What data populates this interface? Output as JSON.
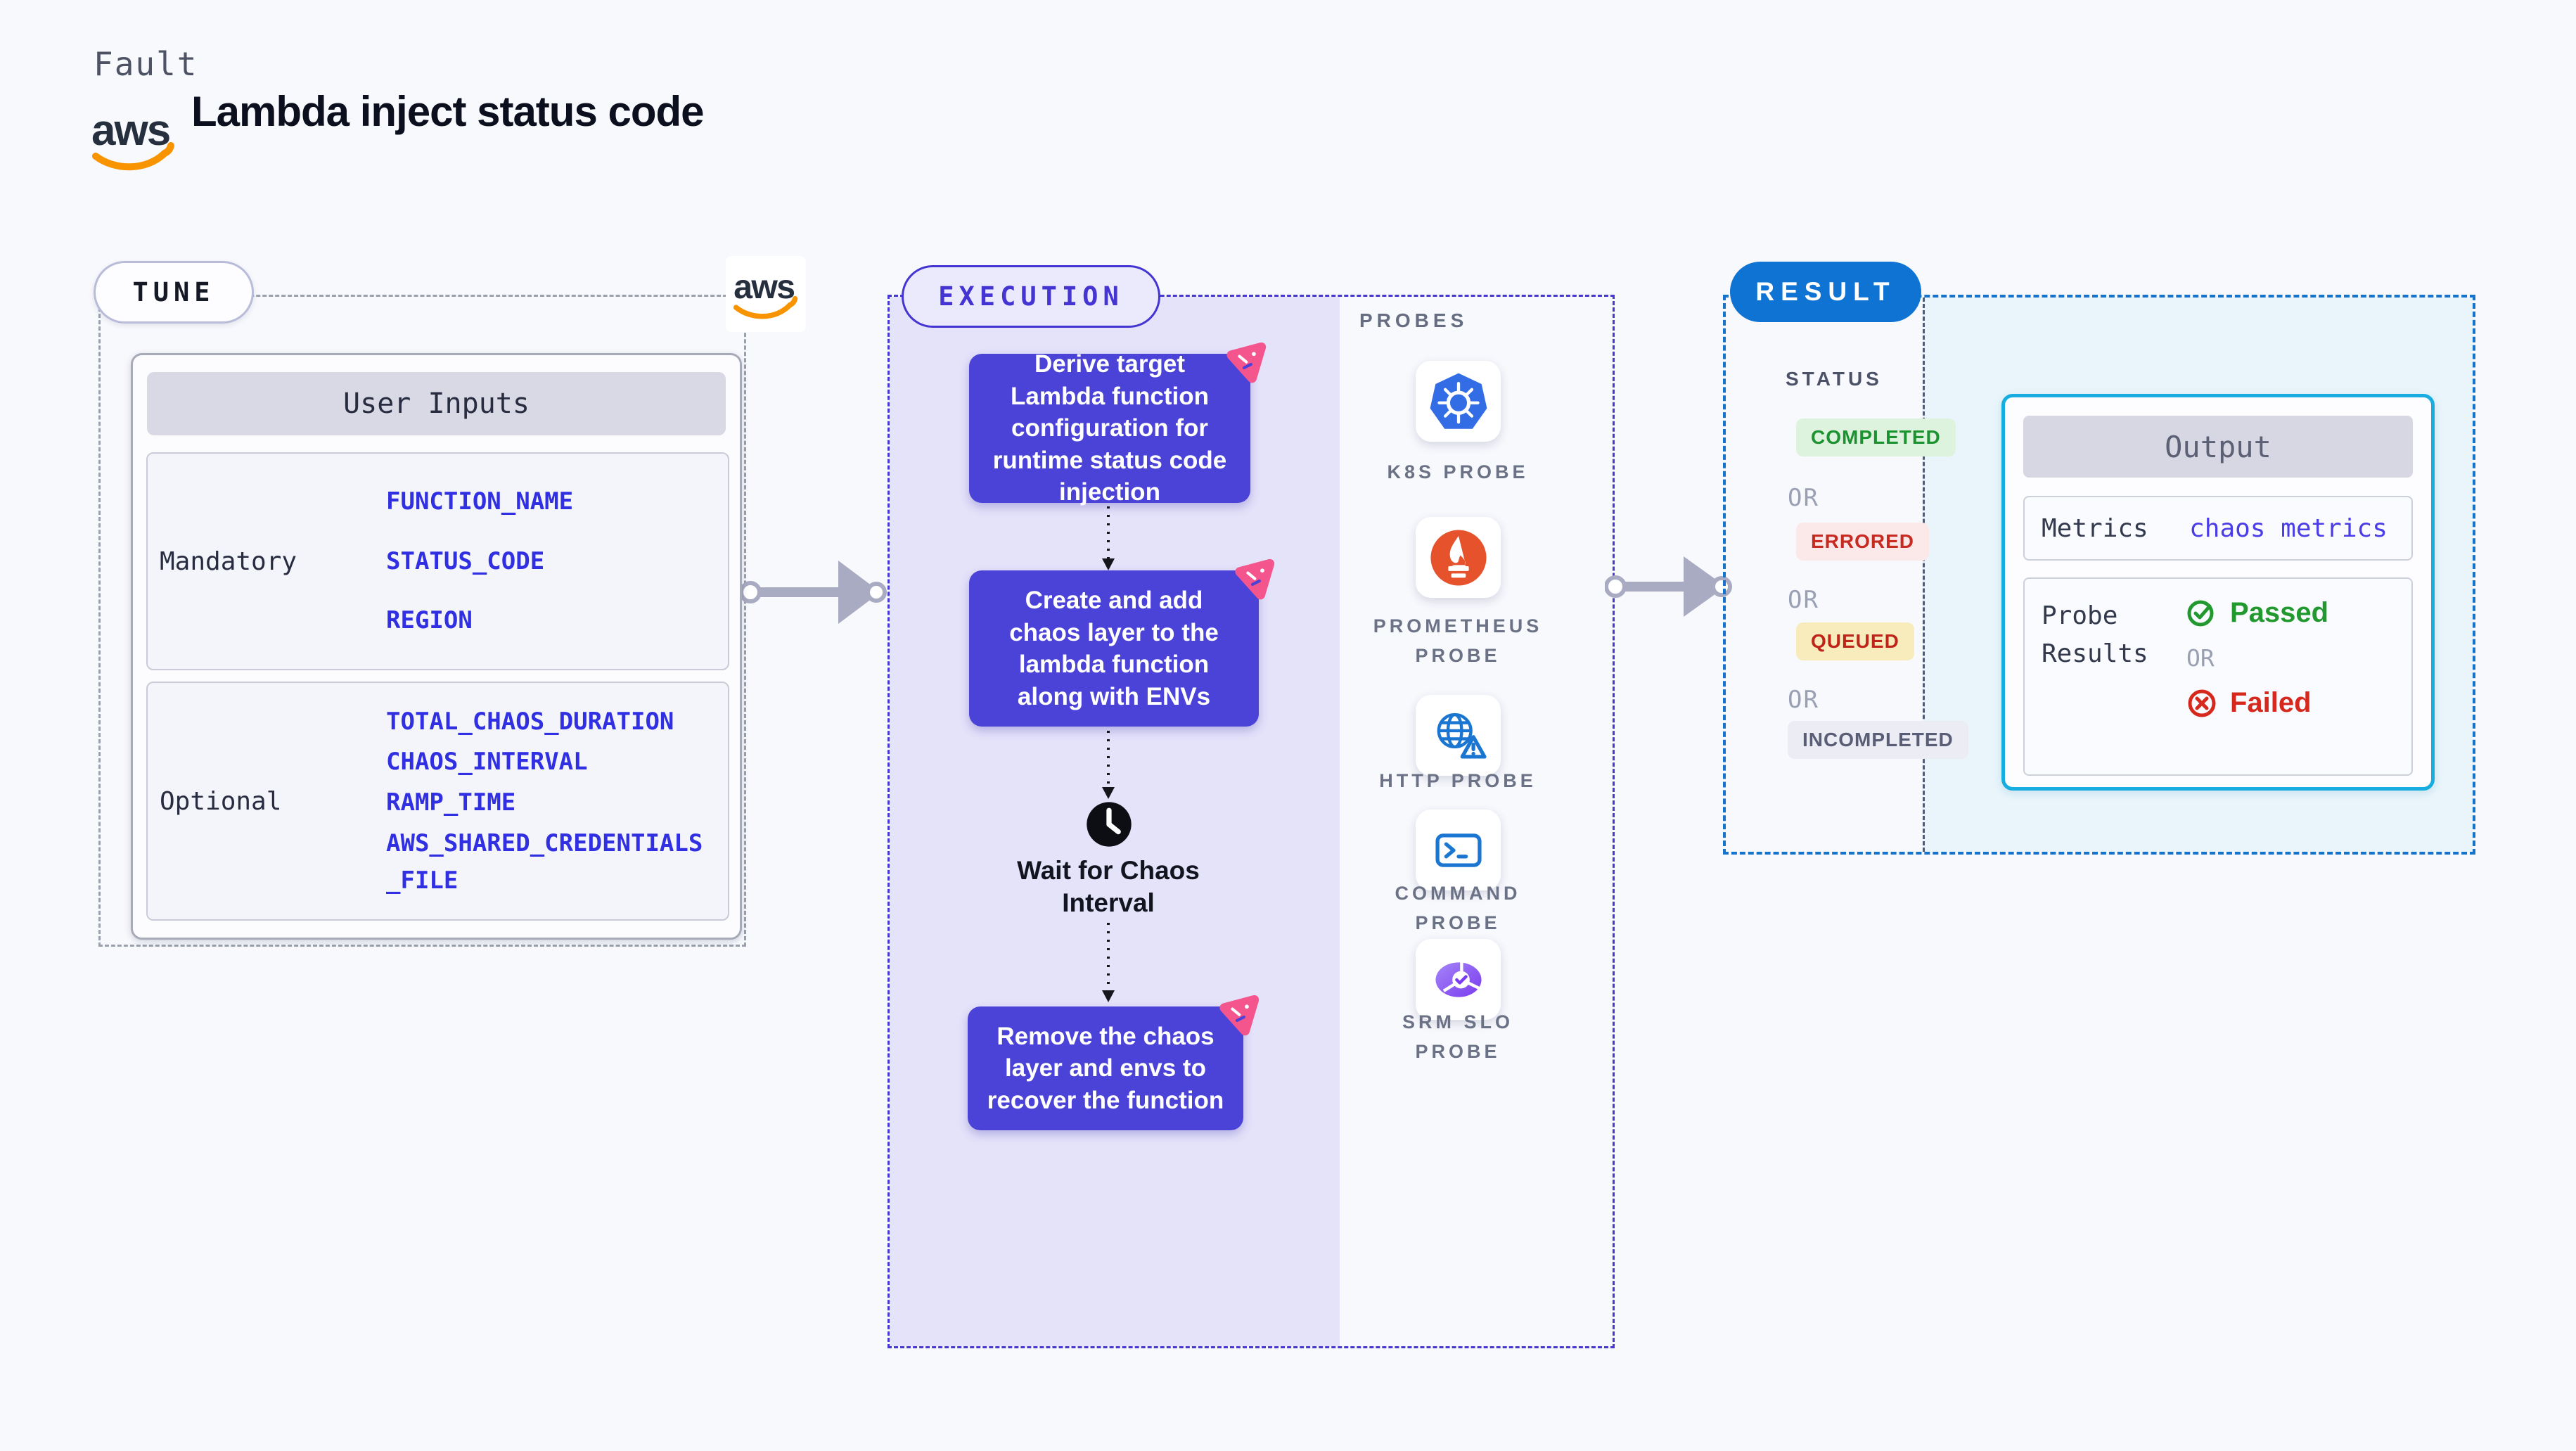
{
  "header": {
    "eyebrow": "Fault",
    "brand": "aws",
    "title": "Lambda inject status code"
  },
  "tune": {
    "label": "TUNE",
    "user_inputs": {
      "header": "User Inputs",
      "rows": [
        {
          "label": "Mandatory",
          "values": [
            "FUNCTION_NAME",
            "STATUS_CODE",
            "REGION"
          ]
        },
        {
          "label": "Optional",
          "values": [
            "TOTAL_CHAOS_DURATION",
            "CHAOS_INTERVAL",
            "RAMP_TIME",
            "AWS_SHARED_CREDENTIALS_FILE"
          ]
        }
      ]
    }
  },
  "execution": {
    "label": "EXECUTION",
    "steps": [
      "Derive target Lambda function configuration for runtime status code injection",
      "Create and add chaos layer to the lambda function along with ENVs",
      "Remove the chaos layer and envs to recover the function"
    ],
    "wait_label": "Wait for Chaos Interval",
    "probes": {
      "label": "PROBES",
      "items": [
        {
          "label": "K8S PROBE",
          "icon": "kubernetes-icon"
        },
        {
          "label": "PROMETHEUS PROBE",
          "icon": "prometheus-icon"
        },
        {
          "label": "HTTP PROBE",
          "icon": "http-globe-warning-icon"
        },
        {
          "label": "COMMAND PROBE",
          "icon": "terminal-icon"
        },
        {
          "label": "SRM SLO PROBE",
          "icon": "srm-slo-gauge-icon"
        }
      ]
    }
  },
  "result": {
    "label": "RESULT",
    "status": {
      "label": "STATUS",
      "separator": "OR",
      "items": [
        {
          "label": "COMPLETED",
          "text_color": "#1d9230",
          "bg_color": "#ddf3de"
        },
        {
          "label": "ERRORED",
          "text_color": "#c62a20",
          "bg_color": "#fbe9e9"
        },
        {
          "label": "QUEUED",
          "text_color": "#bf2418",
          "bg_color": "#f8ecbd"
        },
        {
          "label": "INCOMPLETED",
          "text_color": "#595e76",
          "bg_color": "#ebecf4"
        }
      ]
    },
    "output": {
      "header": "Output",
      "metrics_label": "Metrics",
      "metrics_value": "chaos metrics",
      "probe_results_label": "Probe Results",
      "passed": "Passed",
      "or": "OR",
      "failed": "Failed"
    }
  },
  "colors": {
    "page_bg": "#f8f9fd",
    "step_indigo": "#4b42d8",
    "execution_fill": "#e5e3fa",
    "execution_border": "#4538d1",
    "result_blue": "#0e73d2",
    "output_border_cyan": "#17ade0",
    "result_fill_cyan": "#e9f5fb",
    "env_var_blue": "#3030e2",
    "aws_orange": "#f79400",
    "spark_pink": "#f4558c",
    "kubernetes_blue": "#326de6",
    "prometheus_orange": "#e6522c",
    "probe_icon_blue": "#1b76d2",
    "srm_purple": "#7a3bf0"
  }
}
